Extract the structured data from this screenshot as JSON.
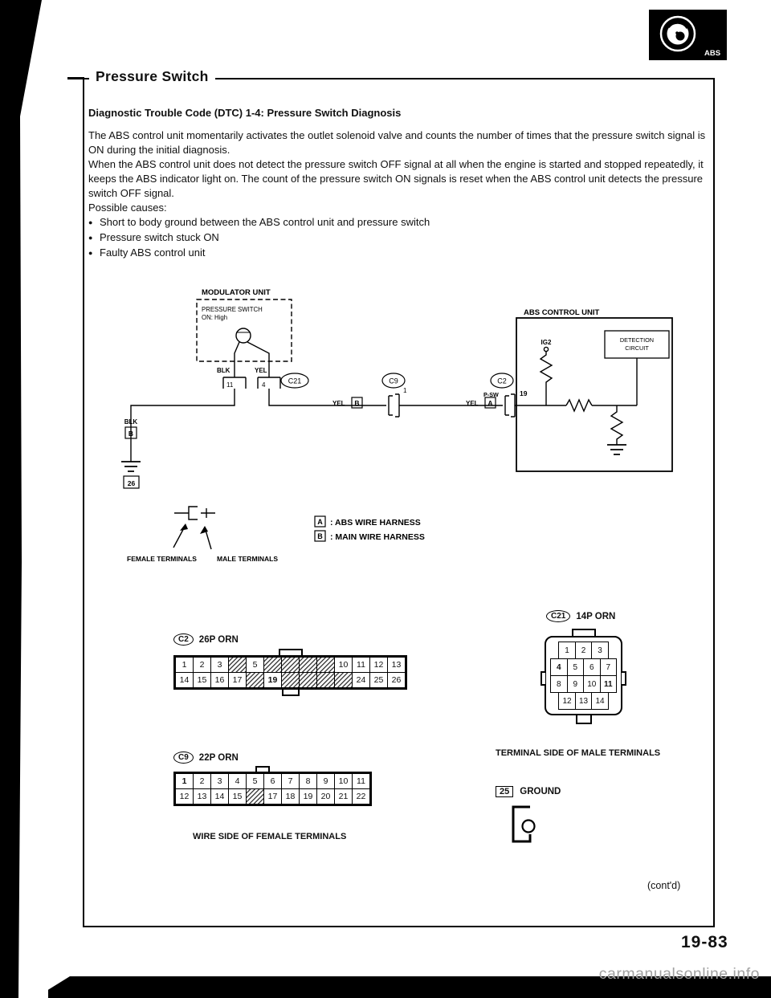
{
  "page": {
    "title": "Pressure Switch",
    "page_number": "19-83",
    "contd": "(cont'd)",
    "watermark": "carmanualsonline.info",
    "abs_logo": "ABS"
  },
  "content": {
    "dtc_heading": "Diagnostic Trouble Code (DTC) 1-4: Pressure Switch Diagnosis",
    "para1": "The ABS control unit momentarily activates the outlet solenoid valve and counts the number of times that the pressure switch signal is ON during the initial diagnosis.",
    "para2": "When the ABS control unit does not detect the pressure switch OFF signal at all when the engine is started and stopped repeatedly, it keeps the ABS indicator light on. The count of the pressure switch ON signals is reset when the ABS control unit detects the pressure switch OFF signal.",
    "possible_causes_label": "Possible causes:",
    "causes": [
      "Short to body ground between the ABS control unit and pressure switch",
      "Pressure switch stuck ON",
      "Faulty ABS control unit"
    ]
  },
  "diagram": {
    "modulator_unit": "MODULATOR UNIT",
    "pressure_switch": "PRESSURE SWITCH",
    "on_high": "ON: High",
    "blk": "BLK",
    "yel": "YEL",
    "c21": "C21",
    "pin11": "11",
    "pin4": "4",
    "c9": "C9",
    "pin1": "1",
    "yel2": "YEL",
    "b_box": "B",
    "c2": "C2",
    "yel3": "YEL",
    "a_box": "A",
    "psw": "P-SW",
    "pin19": "19",
    "abs_control_unit": "ABS CONTROL UNIT",
    "ig2": "IG2",
    "detection1": "DETECTION",
    "detection2": "CIRCUIT",
    "blk2": "BLK",
    "b_box2": "B",
    "gnd26": "26",
    "female_terminals": "FEMALE TERMINALS",
    "male_terminals": "MALE TERMINALS",
    "legend_a_key": "A",
    "legend_a": ": ABS WIRE HARNESS",
    "legend_b_key": "B",
    "legend_b": ": MAIN WIRE HARNESS"
  },
  "connectors": {
    "c2": {
      "label": "C2",
      "title": "26P ORN",
      "bold_pins": [
        "19"
      ],
      "rows": [
        [
          "1",
          "2",
          "3",
          "",
          "5",
          "",
          "",
          "",
          "",
          "10",
          "11",
          "12",
          "13"
        ],
        [
          "14",
          "15",
          "16",
          "17",
          "",
          "19",
          "",
          "",
          "",
          "",
          "24",
          "25",
          "26"
        ]
      ]
    },
    "c21": {
      "label": "C21",
      "title": "14P ORN",
      "bold_pins": [
        "4",
        "11"
      ],
      "rows": [
        [
          "1",
          "2",
          "3"
        ],
        [
          "4",
          "5",
          "6",
          "7"
        ],
        [
          "8",
          "9",
          "10",
          "11"
        ],
        [
          "12",
          "13",
          "14"
        ]
      ]
    },
    "c9": {
      "label": "C9",
      "title": "22P ORN",
      "bold_pins": [
        "1"
      ],
      "rows": [
        [
          "1",
          "2",
          "3",
          "4",
          "5",
          "6",
          "7",
          "8",
          "9",
          "10",
          "11"
        ],
        [
          "12",
          "13",
          "14",
          "15",
          "",
          "17",
          "18",
          "19",
          "20",
          "21",
          "22"
        ]
      ]
    },
    "wire_side": "WIRE SIDE OF FEMALE TERMINALS",
    "terminal_side": "TERMINAL SIDE OF MALE TERMINALS",
    "ground_num": "25",
    "ground_label": "GROUND"
  }
}
